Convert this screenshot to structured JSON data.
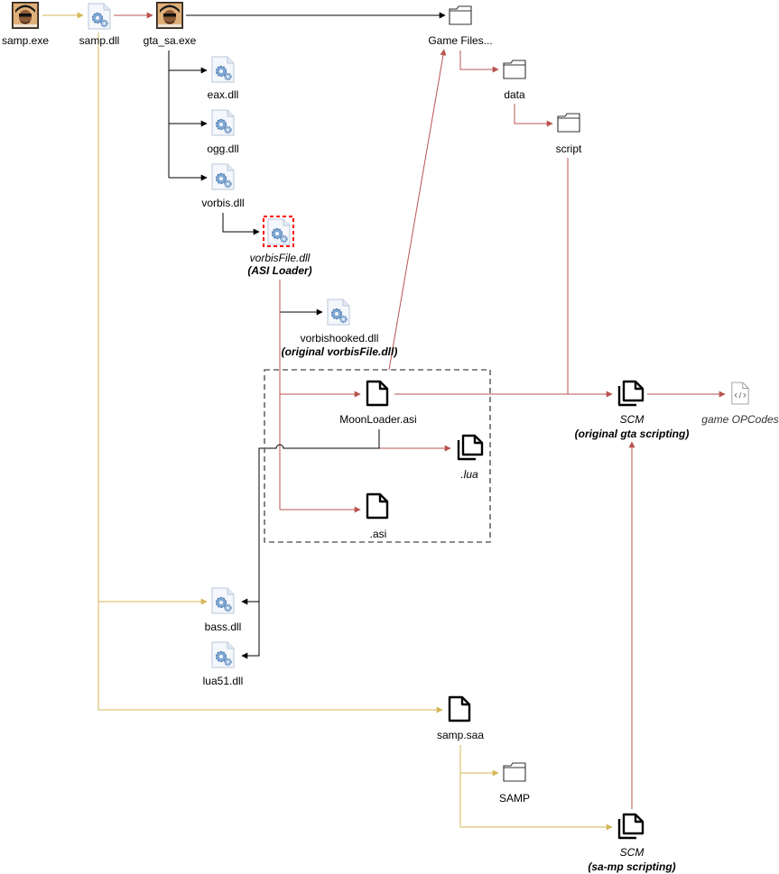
{
  "colors": {
    "black": "#000000",
    "red": "#b85450",
    "gold": "#d6b656",
    "gray_box": "#666666",
    "asi_loader_border": "#ff0000"
  },
  "nodes": {
    "samp_exe": {
      "label": "samp.exe",
      "icon": "gta-portrait-icon"
    },
    "samp_dll": {
      "label": "samp.dll",
      "icon": "dll-gear-icon"
    },
    "gta_sa_exe": {
      "label": "gta_sa.exe",
      "icon": "gta-portrait-icon"
    },
    "eax_dll": {
      "label": "eax.dll",
      "icon": "dll-gear-icon"
    },
    "ogg_dll": {
      "label": "ogg.dll",
      "icon": "dll-gear-icon"
    },
    "vorbis_dll": {
      "label": "vorbis.dll",
      "icon": "dll-gear-icon"
    },
    "vorbisfile_dll": {
      "label": "vorbisFile.dll",
      "sublabel": "(ASI Loader)",
      "icon": "dll-gear-icon"
    },
    "vorbishooked_dll": {
      "label": "vorbishooked.dll",
      "sublabel": "(original vorbisFile.dll)",
      "icon": "dll-gear-icon"
    },
    "game_files": {
      "label": "Game Files...",
      "icon": "folder-icon"
    },
    "data": {
      "label": "data",
      "icon": "folder-icon"
    },
    "script": {
      "label": "script",
      "icon": "folder-icon"
    },
    "moonloader_asi": {
      "label": "MoonLoader.asi",
      "icon": "file-icon"
    },
    "lua": {
      "label": ".lua",
      "icon": "files-icon"
    },
    "asi": {
      "label": ".asi",
      "icon": "file-icon"
    },
    "scm_gta": {
      "label": "SCM",
      "sublabel": "(original gta scripting)",
      "icon": "files-icon"
    },
    "game_opcodes": {
      "label": "game OPCodes",
      "icon": "code-file-icon"
    },
    "bass_dll": {
      "label": "bass.dll",
      "icon": "dll-gear-icon"
    },
    "lua51_dll": {
      "label": "lua51.dll",
      "icon": "dll-gear-icon"
    },
    "samp_saa": {
      "label": "samp.saa",
      "icon": "file-icon"
    },
    "samp_folder": {
      "label": "SAMP",
      "icon": "folder-icon"
    },
    "scm_samp": {
      "label": "SCM",
      "sublabel": "(sa-mp scripting)",
      "icon": "files-icon"
    }
  }
}
